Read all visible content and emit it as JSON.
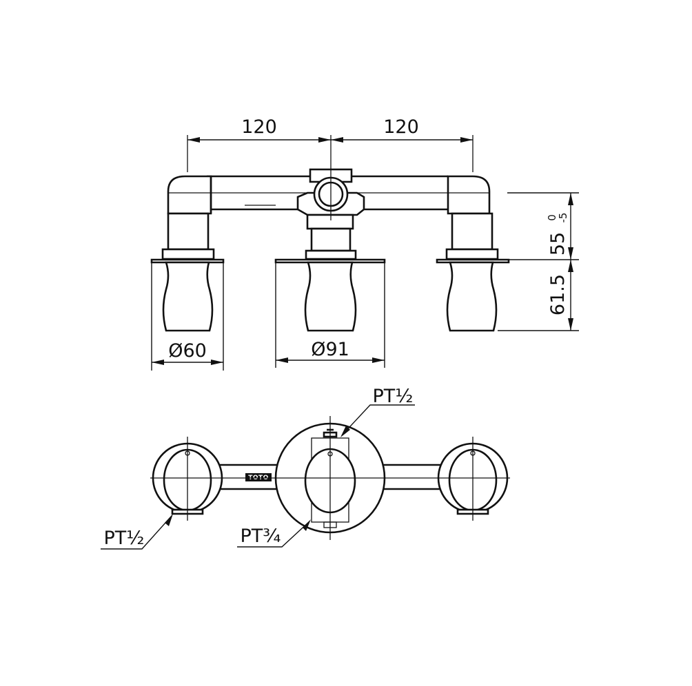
{
  "dimensions": {
    "left_spacing": "120",
    "right_spacing": "120",
    "height_upper": "55",
    "height_upper_tol_upper": "0",
    "height_upper_tol_lower": "-5",
    "height_lower": "61.5",
    "diameter_side": "Ø60",
    "diameter_center": "Ø91"
  },
  "callouts": {
    "top_right": "PT½",
    "bottom_left": "PT½",
    "bottom_center": "PT¾"
  },
  "logo_text": "TOTO"
}
